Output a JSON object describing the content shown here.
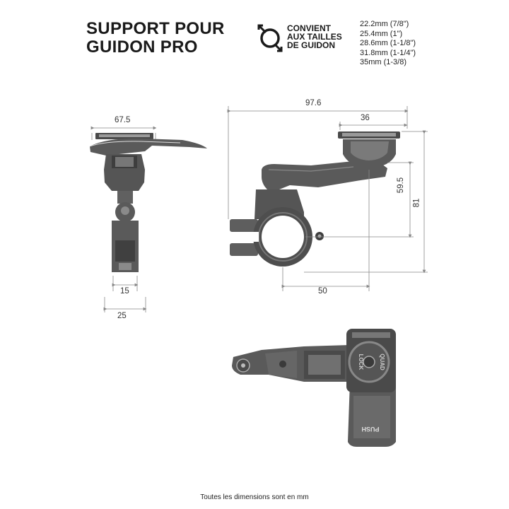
{
  "header": {
    "title_line1": "SUPPORT POUR",
    "title_line2": "GUIDON PRO",
    "fit_line1": "CONVIENT",
    "fit_line2": "AUX TAILLES",
    "fit_line3": "DE GUIDON",
    "fit_icon": "handlebar-fit-icon",
    "sizes": [
      "22.2mm (7/8\")",
      "25.4mm (1\")",
      "28.6mm (1-1/8\")",
      "31.8mm (1-1/4\")",
      "35mm (1-3/8)"
    ]
  },
  "dimensions": {
    "front_width": "67.5",
    "front_stem": "15",
    "front_base": "25",
    "side_length": "97.6",
    "side_head": "36",
    "side_height_a": "59.5",
    "side_height_b": "81",
    "side_clamp": "50"
  },
  "top_view": {
    "lock_text": "LOCK",
    "brand_text": "QUAD",
    "push_text": "PUSH"
  },
  "footer": {
    "note": "Toutes les dimensions sont en mm"
  },
  "colors": {
    "body": "#5a5a5a",
    "dark": "#3a3a3a",
    "light": "#9a9a9a",
    "dimline": "#888888"
  }
}
